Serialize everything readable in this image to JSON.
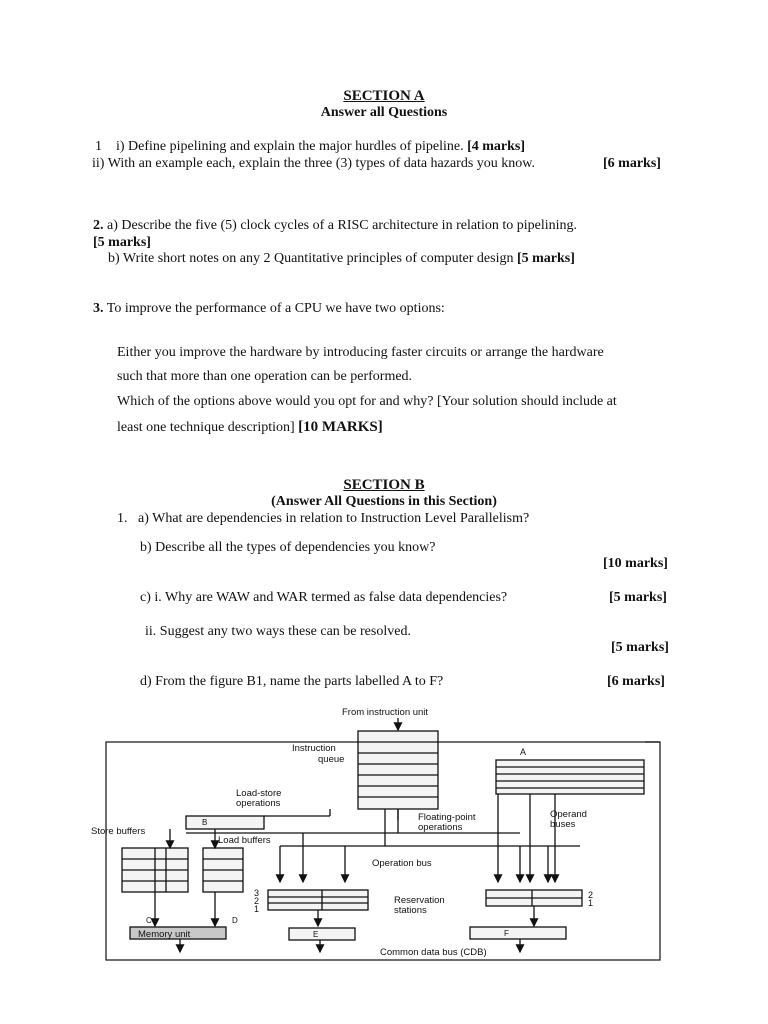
{
  "sectionA": {
    "title": "SECTION A",
    "subtitle": "Answer all Questions",
    "q1": {
      "num": "1",
      "i_text": "i) Define pipelining and explain the major hurdles of pipeline.",
      "i_marks": "[4 marks]",
      "ii_text": "ii) With an example each, explain the three (3) types of data hazards you know.",
      "ii_marks": "[6 marks]"
    },
    "q2": {
      "num": "2.",
      "a_text": "a) Describe the five (5) clock cycles of a RISC architecture in relation to pipelining.",
      "a_marks": "[5 marks]",
      "b_text": "b) Write short notes on any 2 Quantitative principles of computer design",
      "b_marks": "[5 marks]"
    },
    "q3": {
      "num": "3.",
      "intro": "To improve the performance of a CPU we have two options:",
      "line1": "Either you improve the hardware by introducing faster circuits or arrange the hardware",
      "line2": "such that more than one operation can be performed.",
      "line3": "Which of the options above would you opt for and why? [Your solution should include at",
      "line4": "least one technique description]",
      "marks": "[10 MARKS]"
    }
  },
  "sectionB": {
    "title": "SECTION B",
    "subtitle": "(Answer All Questions in this Section)",
    "q1": {
      "num": "1.",
      "a_text": "a) What are dependencies in relation to Instruction Level Parallelism?",
      "b_text": "b) Describe all the types of dependencies you know?",
      "b_marks": "[10 marks]",
      "ci_text": "c) i. Why are WAW and WAR termed as false data dependencies?",
      "ci_marks": "[5 marks]",
      "cii_text": "ii. Suggest any two ways these can be resolved.",
      "cii_marks": "[5 marks]",
      "d_text": "d) From the figure B1, name the parts labelled A to F?",
      "d_marks": "[6 marks]"
    }
  },
  "figure": {
    "from_instruction_unit": "From instruction unit",
    "instruction_queue_1": "Instruction",
    "instruction_queue_2": "queue",
    "label_A": "A",
    "load_store_1": "Load-store",
    "load_store_2": "operations",
    "label_B": "B",
    "floating_point_1": "Floating-point",
    "floating_point_2": "operations",
    "operand_buses_1": "Operand",
    "operand_buses_2": "buses",
    "store_buffers": "Store buffers",
    "load_buffers": "Load buffers",
    "operation_bus": "Operation bus",
    "res_nums_left": [
      "3",
      "2",
      "1"
    ],
    "res_nums_right": [
      "2",
      "1"
    ],
    "reservation_1": "Reservation",
    "reservation_2": "stations",
    "label_C": "C",
    "label_D": "D",
    "memory_unit": "Memory unit",
    "label_E": "E",
    "label_F": "F",
    "cdb": "Common data bus (CDB)"
  }
}
